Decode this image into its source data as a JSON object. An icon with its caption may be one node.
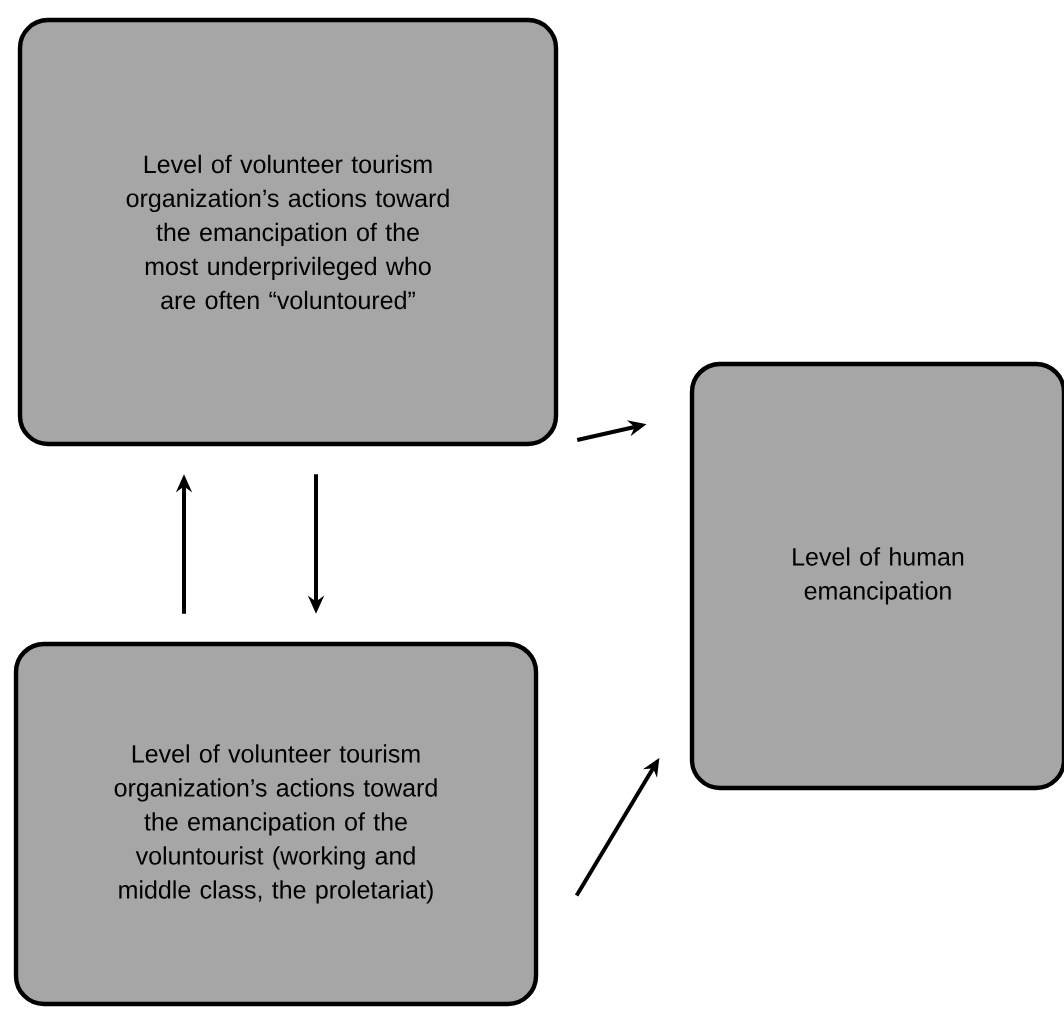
{
  "diagram": {
    "nodes": [
      {
        "text": [
          "Level of volunteer tourism organization’s actions toward the emancipation of the most underprivileged who are often “voluntoured”"
        ]
      },
      {
        "text": [
          "Level of human emancipation"
        ]
      },
      {
        "text": [
          "Level of volunteer tourism organization’s actions toward the emancipation of the voluntourist (working and middle class, the proletariat)"
        ]
      }
    ],
    "edges": [
      {
        "from": 0,
        "to": 1,
        "arrow": "to"
      },
      {
        "from": 2,
        "to": 0,
        "arrow": "to"
      },
      {
        "from": 0,
        "to": 2,
        "arrow": "to"
      },
      {
        "from": 2,
        "to": 1,
        "arrow": "to"
      }
    ]
  }
}
